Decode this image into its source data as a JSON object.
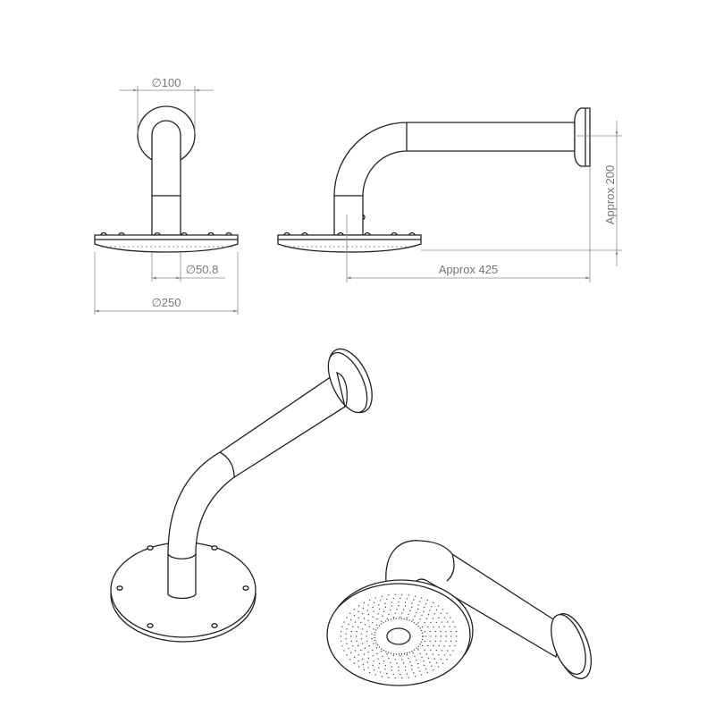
{
  "dimensions": {
    "rose_flange_diameter": "∅100",
    "arm_diameter": "∅50.8",
    "head_diameter": "∅250",
    "height": "Approx 200",
    "projection": "Approx 425"
  },
  "line_color": "#222222",
  "dimension_color": "#888888"
}
